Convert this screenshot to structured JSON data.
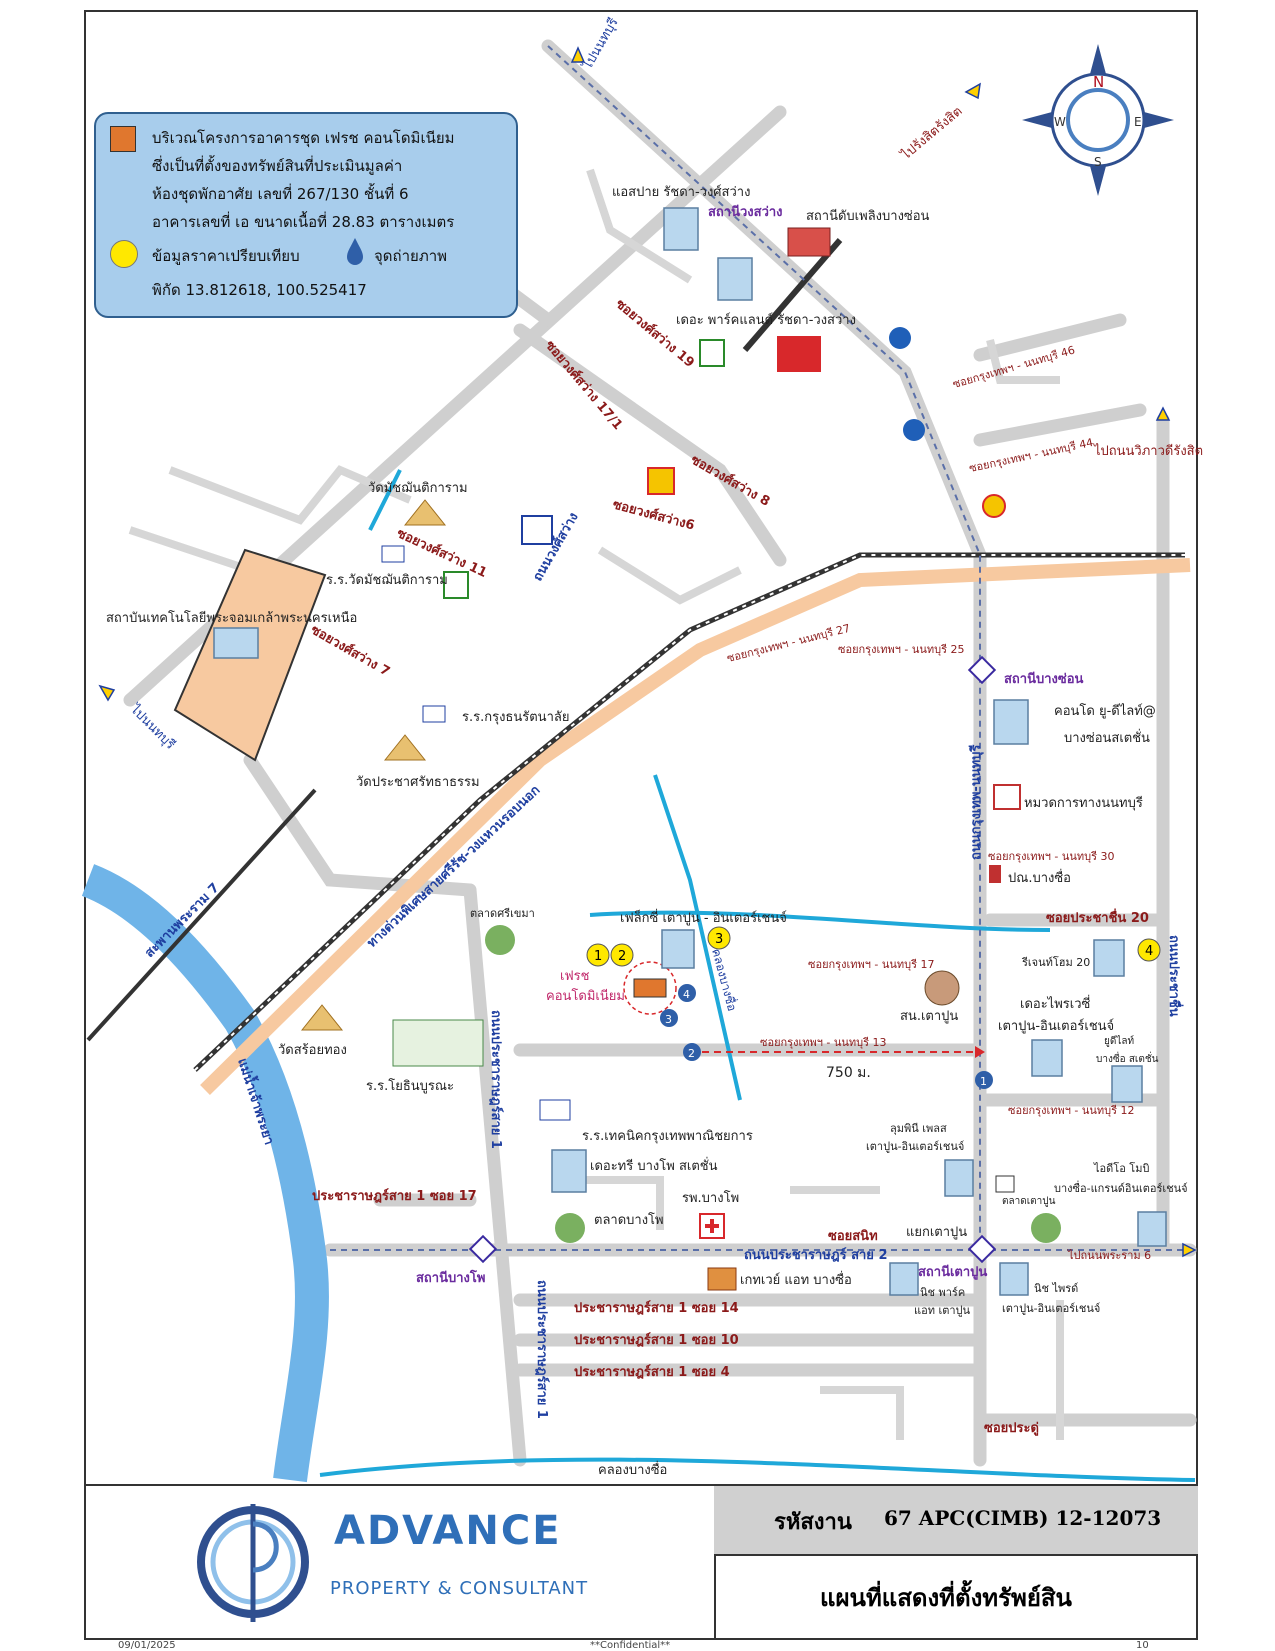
{
  "legend": {
    "project_line1": "บริเวณโครงการอาคารชุด เฟรช คอนโดมิเนียม",
    "project_line2": "ซึ่งเป็นที่ตั้งของทรัพย์สินที่ประเมินมูลค่า",
    "project_line3": "ห้องชุดพักอาศัย เลขที่ 267/130 ชั้นที่ 6",
    "project_line4": "อาคารเลขที่ เอ ขนาดเนื้อที่ 28.83 ตารางเมตร",
    "comparable_label": "ข้อมูลราคาเปรียบเทียบ",
    "photo_label": "จุดถ่ายภาพ",
    "coordinates": "พิกัด 13.812618, 100.525417"
  },
  "compass": {
    "n": "N",
    "s": "S",
    "e": "E",
    "w": "W"
  },
  "colors": {
    "road": "#cccccc",
    "rail": "#333333",
    "expressway": "#f7c9a0",
    "water": "#6fb4e8",
    "canal": "#1fa8d9",
    "legend_bg": "#a8cdec",
    "site": "#f7c9a0",
    "soi_label": "#8b1a1a",
    "blue_label": "#1f3fa0",
    "purple_station": "#6a2b9e",
    "footer_blue": "#2f6fb8"
  },
  "labels": {
    "to_nonthaburi_top": "ไปนนทบุรี",
    "to_rangsit_top": "ไปรังสิตรังสิต",
    "to_rangsit_right": "ไปถนนวิภาวดีรังสิต",
    "to_nonthaburi_left": "ไปนนทบุรี",
    "esplanade": "แอสปาย รัชดา-วงศ์สว่าง",
    "wongsawang_station": "สถานีวงสว่าง",
    "fire_station": "สถานีดับเพลิงบางซ่อน",
    "the_parkland": "เดอะ พาร์คแลนด์ รัชดา-วงสว่าง",
    "soi_wongsawang_19": "ซอยวงศ์สว่าง 19",
    "soi_wongsawang_17_1": "ซอยวงศ์สว่าง 17/1",
    "soi_wongsawang_8": "ซอยวงศ์สว่าง 8",
    "soi_wongsawang_6": "ซอยวงศ์สว่าง6",
    "soi_wongsawang_11": "ซอยวงศ์สว่าง 11",
    "soi_wongsawang_7": "ซอยวงศ์สว่าง 7",
    "thanon_wongsawang": "ถนนวงศ์สว่าง",
    "wat_machanti": "วัดมัชฌันติการาม",
    "school_machanti": "ร.ร.วัดมัชฌันติการาม",
    "kmutnb": "สถาบันเทคโนโลยีพระจอมเกล้าพระนครเหนือ",
    "school_krungthon": "ร.ร.กรุงธนรัตนาลัย",
    "wat_prachasattha": "วัดประชาศรัทธาธรรม",
    "rama7_bridge": "สะพานพระราม 7",
    "expressway": "ทางด่วนพิเศษสายศรีรัช-วงแหวนรอบนอก",
    "soi_ngamwongwan_46": "ซอยกรุงเทพฯ - นนทบุรี 46",
    "soi_ngamwongwan_44": "ซอยกรุงเทพฯ - นนทบุรี 44",
    "soi_27": "ซอยกรุงเทพฯ - นนทบุรี 27",
    "soi_25": "ซอยกรุงเทพฯ - นนทบุรี 25",
    "bang_son_station": "สถานีบางซ่อน",
    "condo_ulive1": "คอนโด ยู-ดีไลท์@",
    "condo_ulive2": "บางซ่อนสเตชั่น",
    "nonthaburi_highway": "หมวดการทางนนทบุรี",
    "krungthep_nonthaburi_rd": "ถนนกรุงเทพ-นนทบุรี",
    "soi_30": "ซอยกรุงเทพฯ - นนทบุรี 30",
    "post_office": "ปณ.บางซื่อ",
    "soi_pracha_chuen_20": "ซอยประชาชื่น 20",
    "regent_home": "รีเจนท์โฮม 20",
    "talat_sri_khema": "ตลาดศรีเขมา",
    "flexi": "เฟล็กซี่ เตาปูน - อินเตอร์เชนจ์",
    "khlong_bang_sue": "คลองบางซื่อ",
    "fresh_1": "เฟรช",
    "fresh_2": "คอนโดมิเนียม",
    "soi_17": "ซอยกรุงเทพฯ - นนทบุรี 17",
    "tao_poon_station_police": "สน.เตาปูน",
    "the privacy": "เดอะไพรเวซี่",
    "tao_poon_interchange": "เตาปูน-อินเตอร์เชนจ์",
    "u_delight": "ยูดีไลท์",
    "bang_sue_station_short": "บางซื่อ สเตชั่น",
    "soi_13": "ซอยกรุงเทพฯ - นนทบุรี 13",
    "distance": "750 ม.",
    "wat_soi_thong": "วัดสร้อยทอง",
    "school_yothin": "ร.ร.โยธินบูรณะ",
    "pracha_rat_sai1_rd": "ถนนประชาราษฎร์สาย 1",
    "school_tech": "ร.ร.เทคนิคกรุงเทพพาณิชยการ",
    "the_tree": "เดอะทรี บางโพ สเตชั่น",
    "bangpho_hospital": "รพ.บางโพ",
    "talat_bangpho": "ตลาดบางโพ",
    "soi_12": "ซอยกรุงเทพฯ - นนทบุรี 12",
    "lumpini_place1": "ลุมพินี เพลส",
    "lumpini_place2": "เตาปูน-อินเตอร์เชนจ์",
    "ideo_mobi1": "ไอดีโอ โมบิ",
    "ideo_mobi2": "บางซื่อ-แกรนด์อินเตอร์เชนจ์",
    "talat_taopoon": "ตลาดเตาปูน",
    "pracharat_sai1_soi17": "ประชาราษฎร์สาย 1 ซอย 17",
    "soi_sanit": "ซอยสนิท",
    "tao_poon_junction": "แยกเตาปูน",
    "pracharat_sai2_rd": "ถนนประชาราษฎร์ สาย 2",
    "to_pracharat": "ไปถนนพระราม 6",
    "bangpho_station": "สถานีบางโพ",
    "gateway": "เกทเวย์ แอท บางซื่อ",
    "taopoon_station": "สถานีเตาปูน",
    "niche_park1": "นิช พาร์ค",
    "niche_park2": "แอท เตาปูน",
    "niche_pride1": "นิช ไพรด์",
    "niche_pride2": "เตาปูน-อินเตอร์เชนจ์",
    "soi14": "ประชาราษฎร์สาย 1 ซอย 14",
    "soi10": "ประชาราษฎร์สาย 1 ซอย 10",
    "soi4": "ประชาราษฎร์สาย 1 ซอย 4",
    "pracharat_sai1_vertical": "ถนนประชาราษฎร์สาย 1",
    "soi_pradu": "ซอยประดู่",
    "khlong_bangsue_bottom": "คลองบางซื่อ",
    "river": "แม่น้ำเจ้าพระยา",
    "pracha_chuen_rd": "ถนนประชาชื่น"
  },
  "markers": {
    "c1": "1",
    "c2": "2",
    "c3": "3",
    "c4": "4",
    "p1": "1",
    "p2": "2",
    "p3": "3",
    "p4": "4"
  },
  "footer": {
    "brand": "ADVANCE",
    "tagline": "PROPERTY & CONSULTANT",
    "code_label": "รหัสงาน",
    "code_value": "67 APC(CIMB) 12-12073",
    "title": "แผนที่แสดงที่ตั้งทรัพย์สิน",
    "date": "09/01/2025",
    "confidential": "**Confidential**",
    "page": "10"
  }
}
